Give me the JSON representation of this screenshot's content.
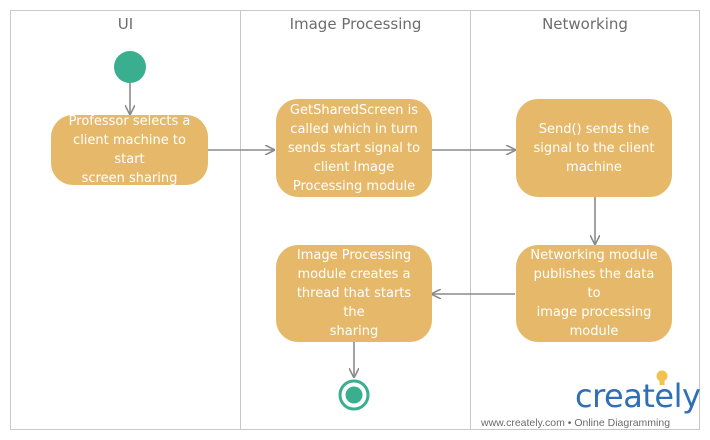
{
  "lanes": [
    {
      "title": "UI"
    },
    {
      "title": "Image Processing"
    },
    {
      "title": "Networking"
    }
  ],
  "actions": [
    {
      "id": "a1",
      "text": "Professor selects a\nclient machine to start\nscreen sharing"
    },
    {
      "id": "a2",
      "text": "GetSharedScreen is\ncalled which in turn\nsends start signal to\nclient Image\nProcessing module"
    },
    {
      "id": "a3",
      "text": "Send() sends the\nsignal to the client\nmachine"
    },
    {
      "id": "a4",
      "text": "Networking module\npublishes the data to\nimage processing\nmodule"
    },
    {
      "id": "a5",
      "text": "Image Processing\nmodule creates a\nthread that starts the\nsharing"
    }
  ],
  "branding": {
    "logo_text": "creately",
    "footer": "www.creately.com • Online Diagramming"
  },
  "colors": {
    "action_fill": "#e6b96a",
    "start_node": "#3aaf8f",
    "lane_border": "#c8c8c8",
    "connector": "#8a8a8a",
    "brand_blue": "#2f6fb6",
    "bulb_yellow": "#f2c14e"
  }
}
